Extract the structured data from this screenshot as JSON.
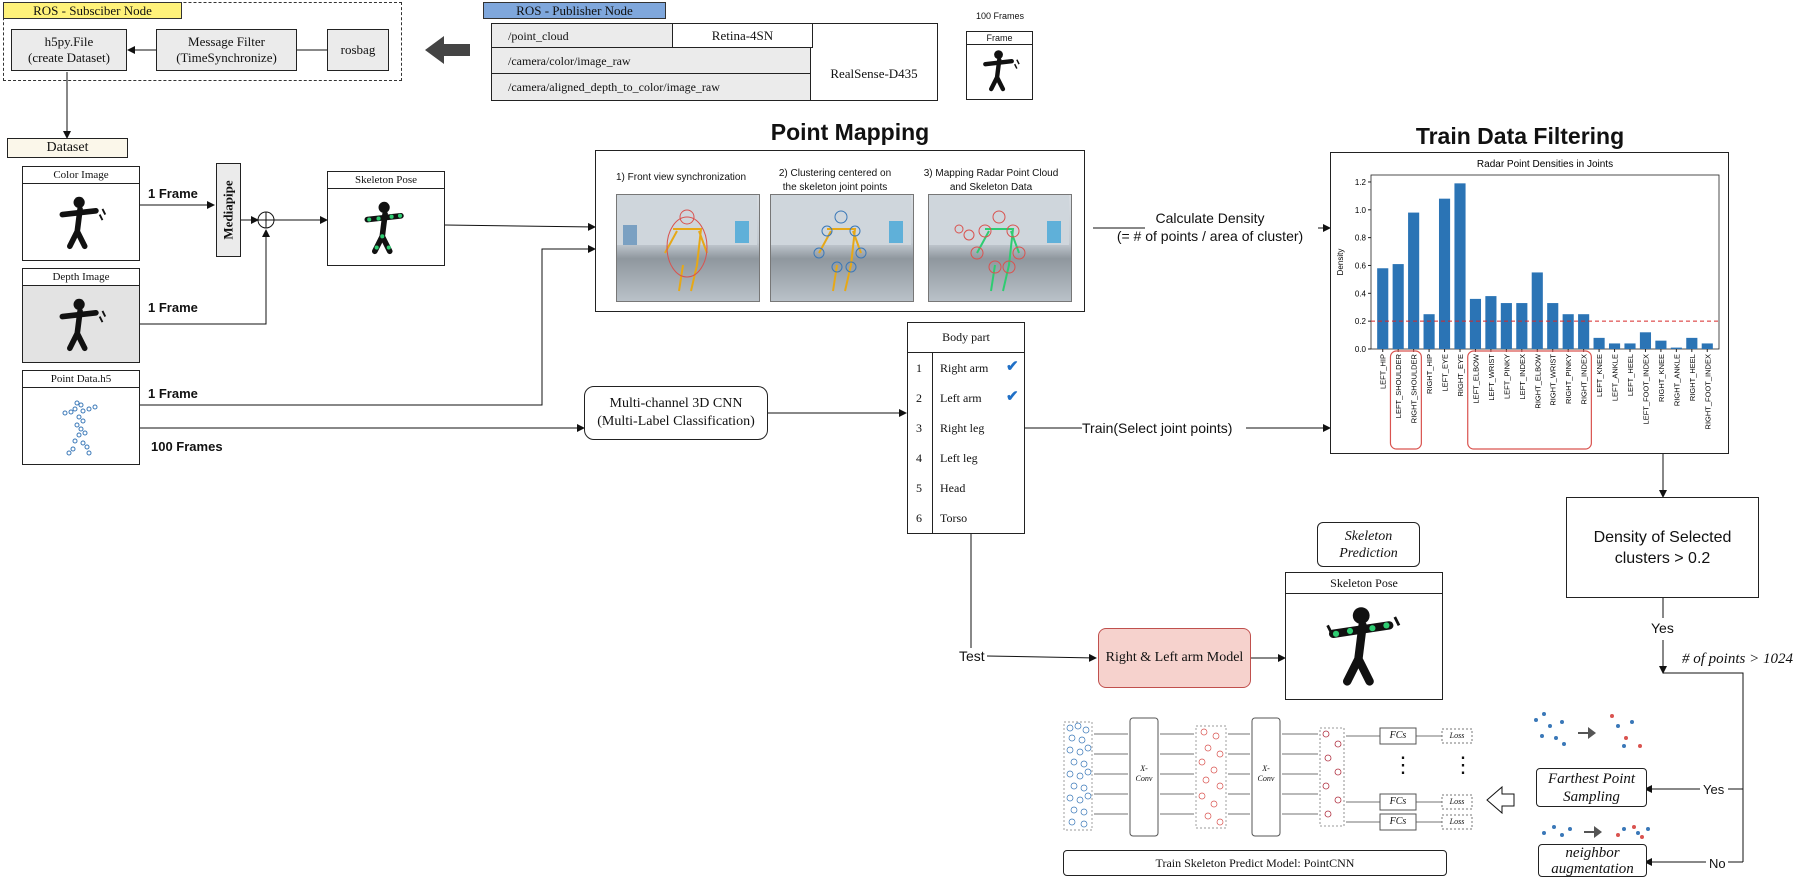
{
  "subscriber": {
    "title": "ROS - Subsciber Node",
    "h5py_line1": "h5py.File",
    "h5py_line2": "(create Dataset)",
    "filter_line1": "Message Filter",
    "filter_line2": "(TimeSynchronize)",
    "rosbag": "rosbag"
  },
  "publisher": {
    "title": "ROS - Publisher Node",
    "topic1": "/point_cloud",
    "topic2": "/camera/color/image_raw",
    "topic3": "/camera/aligned_depth_to_color/image_raw",
    "sensor1": "Retina-4SN",
    "sensor2": "RealSense-D435"
  },
  "frames": {
    "top_label": "100 Frames",
    "frame_label": "Frame"
  },
  "dataset": {
    "title": "Dataset",
    "color_image": "Color Image",
    "depth_image": "Depth Image",
    "point_data": "Point Data.h5",
    "one_frame_1": "1 Frame",
    "one_frame_2": "1 Frame",
    "one_frame_3": "1 Frame",
    "hundred_frames": "100 Frames",
    "mediapipe": "Mediapipe",
    "skeleton_pose": "Skeleton Pose"
  },
  "point_mapping": {
    "title": "Point Mapping",
    "step1": "1) Front view synchronization",
    "step2_l1": "2) Clustering centered on",
    "step2_l2": "the skeleton joint points",
    "step3_l1": "3) Mapping Radar Point Cloud",
    "step3_l2": "and Skeleton Data"
  },
  "density_label_l1": "Calculate Density",
  "density_label_l2": "(= # of points / area of cluster)",
  "cnn_l1": "Multi-channel 3D CNN",
  "cnn_l2": "(Multi-Label Classification)",
  "body_part": {
    "header": "Body part",
    "rows": [
      {
        "num": "1",
        "label": "Right arm",
        "check": "✔"
      },
      {
        "num": "2",
        "label": "Left arm",
        "check": "✔"
      },
      {
        "num": "3",
        "label": "Right leg",
        "check": ""
      },
      {
        "num": "4",
        "label": "Left leg",
        "check": ""
      },
      {
        "num": "5",
        "label": "Head",
        "check": ""
      },
      {
        "num": "6",
        "label": "Torso",
        "check": ""
      }
    ]
  },
  "train_label": "Train(Select joint points)",
  "test_label": "Test",
  "filtering": {
    "title": "Train Data Filtering",
    "threshold_l1": "Density of Selected",
    "threshold_l2": "clusters > 0.2",
    "yes1": "Yes",
    "points_condition": "# of points > 1024",
    "yes2": "Yes",
    "no": "No",
    "fps_l1": "Farthest Point",
    "fps_l2": "Sampling",
    "aug_l1": "neighbor",
    "aug_l2": "augmentation"
  },
  "prediction": {
    "label_l1": "Skeleton",
    "label_l2": "Prediction",
    "skeleton_pose": "Skeleton Pose",
    "model": "Right & Left arm Model"
  },
  "pointcnn": {
    "caption": "Train Skeleton Predict Model: PointCNN",
    "xconv1_l1": "X-",
    "xconv1_l2": "Conv",
    "xconv2_l1": "X-",
    "xconv2_l2": "Conv",
    "fc1": "FCs",
    "fc2": "FCs",
    "fc3": "FCs",
    "loss1": "Loss",
    "loss2": "Loss",
    "loss3": "Loss",
    "dots1": "⋮",
    "dots2": "⋮"
  },
  "colors": {
    "subscriber_title_bg": "#fff27a",
    "publisher_title_bg": "#7fa7dc",
    "bar": "#2b74b5",
    "threshold_line": "#d62728",
    "model_fill": "#f6d2cd",
    "model_border": "#c0504d",
    "highlight": "#d9534f",
    "radar_blue": "#3a78b8",
    "radar_red": "#d9534f",
    "joint_green": "#2ecc71"
  },
  "chart_data": {
    "type": "bar",
    "title": "Radar Point Densities in Joints",
    "ylabel": "Density",
    "xlabel": "",
    "ylim": [
      0,
      1.25
    ],
    "yticks": [
      0.0,
      0.2,
      0.4,
      0.6,
      0.8,
      1.0,
      1.2
    ],
    "threshold": 0.2,
    "categories": [
      "LEFT_HIP",
      "LEFT_SHOULDER",
      "RIGHT_SHOULDER",
      "RIGHT_HIP",
      "LEFT_EYE",
      "RIGHT_EYE",
      "LEFT_ELBOW",
      "LEFT_WRIST",
      "LEFT_PINKY",
      "LEFT_INDEX",
      "RIGHT_ELBOW",
      "RIGHT_WRIST",
      "RIGHT_PINKY",
      "RIGHT_INDEX",
      "LEFT_KNEE",
      "LEFT_ANKLE",
      "LEFT_HEEL",
      "LEFT_FOOT_INDEX",
      "RIGHT_KNEE",
      "RIGHT_ANKLE",
      "RIGHT_HEEL",
      "RIGHT_FOOT_INDEX"
    ],
    "values": [
      0.58,
      0.61,
      0.98,
      0.25,
      1.08,
      1.19,
      0.36,
      0.38,
      0.33,
      0.33,
      0.55,
      0.33,
      0.25,
      0.25,
      0.08,
      0.04,
      0.04,
      0.12,
      0.06,
      0.01,
      0.08,
      0.04
    ]
  }
}
